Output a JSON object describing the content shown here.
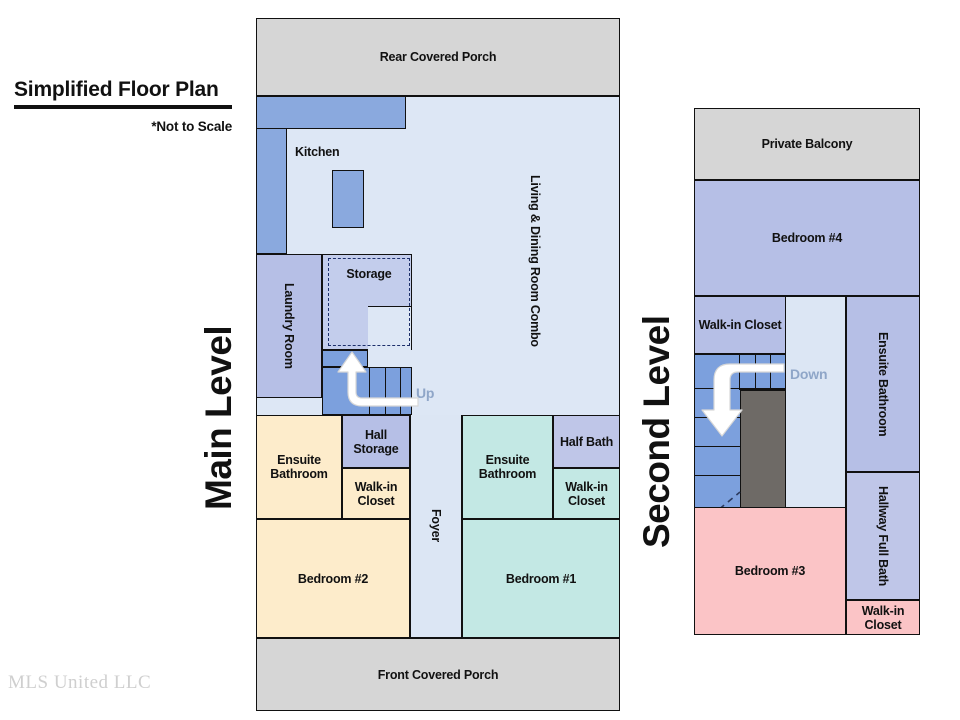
{
  "title": {
    "heading": "Simplified Floor Plan",
    "subtitle": "*Not to Scale"
  },
  "watermark": "MLS United LLC",
  "levels": [
    {
      "id": "main",
      "label": "Main Level",
      "rooms": [
        {
          "name": "rear-covered-porch",
          "label": "Rear Covered Porch",
          "fill": "#d6d6d6"
        },
        {
          "name": "kitchen",
          "label": "Kitchen",
          "fill": "#dde7f5"
        },
        {
          "name": "living-dining-room-combo",
          "label": "Living & Dining Room Combo",
          "fill": "#dde7f5"
        },
        {
          "name": "laundry-room",
          "label": "Laundry Room",
          "fill": "#b6bfe6"
        },
        {
          "name": "storage",
          "label": "Storage",
          "fill": "#c3cdec"
        },
        {
          "name": "ensuite-bathroom-left",
          "label": "Ensuite Bathroom",
          "fill": "#fdeccb"
        },
        {
          "name": "hall-storage",
          "label": "Hall Storage",
          "fill": "#b6bfe6"
        },
        {
          "name": "walk-in-closet-left",
          "label": "Walk-in Closet",
          "fill": "#fdeccb"
        },
        {
          "name": "bedroom-2",
          "label": "Bedroom #2",
          "fill": "#fdeccb"
        },
        {
          "name": "foyer",
          "label": "Foyer",
          "fill": "#dce6f4"
        },
        {
          "name": "ensuite-bathroom-right",
          "label": "Ensuite Bathroom",
          "fill": "#c3e8e4"
        },
        {
          "name": "half-bath",
          "label": "Half Bath",
          "fill": "#bfc6e8"
        },
        {
          "name": "walk-in-closet-right",
          "label": "Walk-in Closet",
          "fill": "#c3e8e4"
        },
        {
          "name": "bedroom-1",
          "label": "Bedroom #1",
          "fill": "#c3e8e4"
        },
        {
          "name": "front-covered-porch",
          "label": "Front Covered Porch",
          "fill": "#d6d6d6"
        }
      ],
      "stair_direction": "Up"
    },
    {
      "id": "second",
      "label": "Second Level",
      "rooms": [
        {
          "name": "private-balcony",
          "label": "Private Balcony",
          "fill": "#d6d6d6"
        },
        {
          "name": "bedroom-4",
          "label": "Bedroom #4",
          "fill": "#b6bfe6"
        },
        {
          "name": "walk-in-closet-upper",
          "label": "Walk-in Closet",
          "fill": "#b6bfe6"
        },
        {
          "name": "ensuite-bathroom-upper",
          "label": "Ensuite Bathroom",
          "fill": "#b6bfe6"
        },
        {
          "name": "hallway-full-bath",
          "label": "Hallway Full Bath",
          "fill": "#b6c6e8"
        },
        {
          "name": "bedroom-3",
          "label": "Bedroom #3",
          "fill": "#fbc4c6"
        },
        {
          "name": "walk-in-closet-lower",
          "label": "Walk-in Closet",
          "fill": "#fbc4c6"
        }
      ],
      "stair_direction": "Down"
    }
  ],
  "labels": {
    "rear_covered_porch": "Rear Covered Porch",
    "kitchen": "Kitchen",
    "living_dining": "Living & Dining Room Combo",
    "laundry_room": "Laundry Room",
    "storage": "Storage",
    "ensuite_bathroom": "Ensuite Bathroom",
    "hall_storage": "Hall Storage",
    "walk_in_closet": "Walk-in Closet",
    "bedroom_1": "Bedroom #1",
    "bedroom_2": "Bedroom #2",
    "bedroom_3": "Bedroom #3",
    "bedroom_4": "Bedroom #4",
    "foyer": "Foyer",
    "half_bath": "Half Bath",
    "front_covered_porch": "Front Covered Porch",
    "private_balcony": "Private Balcony",
    "hallway_full_bath": "Hallway Full Bath",
    "up": "Up",
    "down": "Down"
  },
  "colors": {
    "porch_gray": "#d6d6d6",
    "living_blue": "#dde7f5",
    "wall_blue": "#8aa9de",
    "lavender": "#b6bfe6",
    "cream": "#fdeccb",
    "teal": "#c3e8e4",
    "pink": "#fbc4c6",
    "foyer_blue": "#dce6f4",
    "stair_blue": "#7ca0dd",
    "stair_block_gray": "#6e6a66",
    "dir_text": "#8fa6c8",
    "outline": "#111111"
  }
}
